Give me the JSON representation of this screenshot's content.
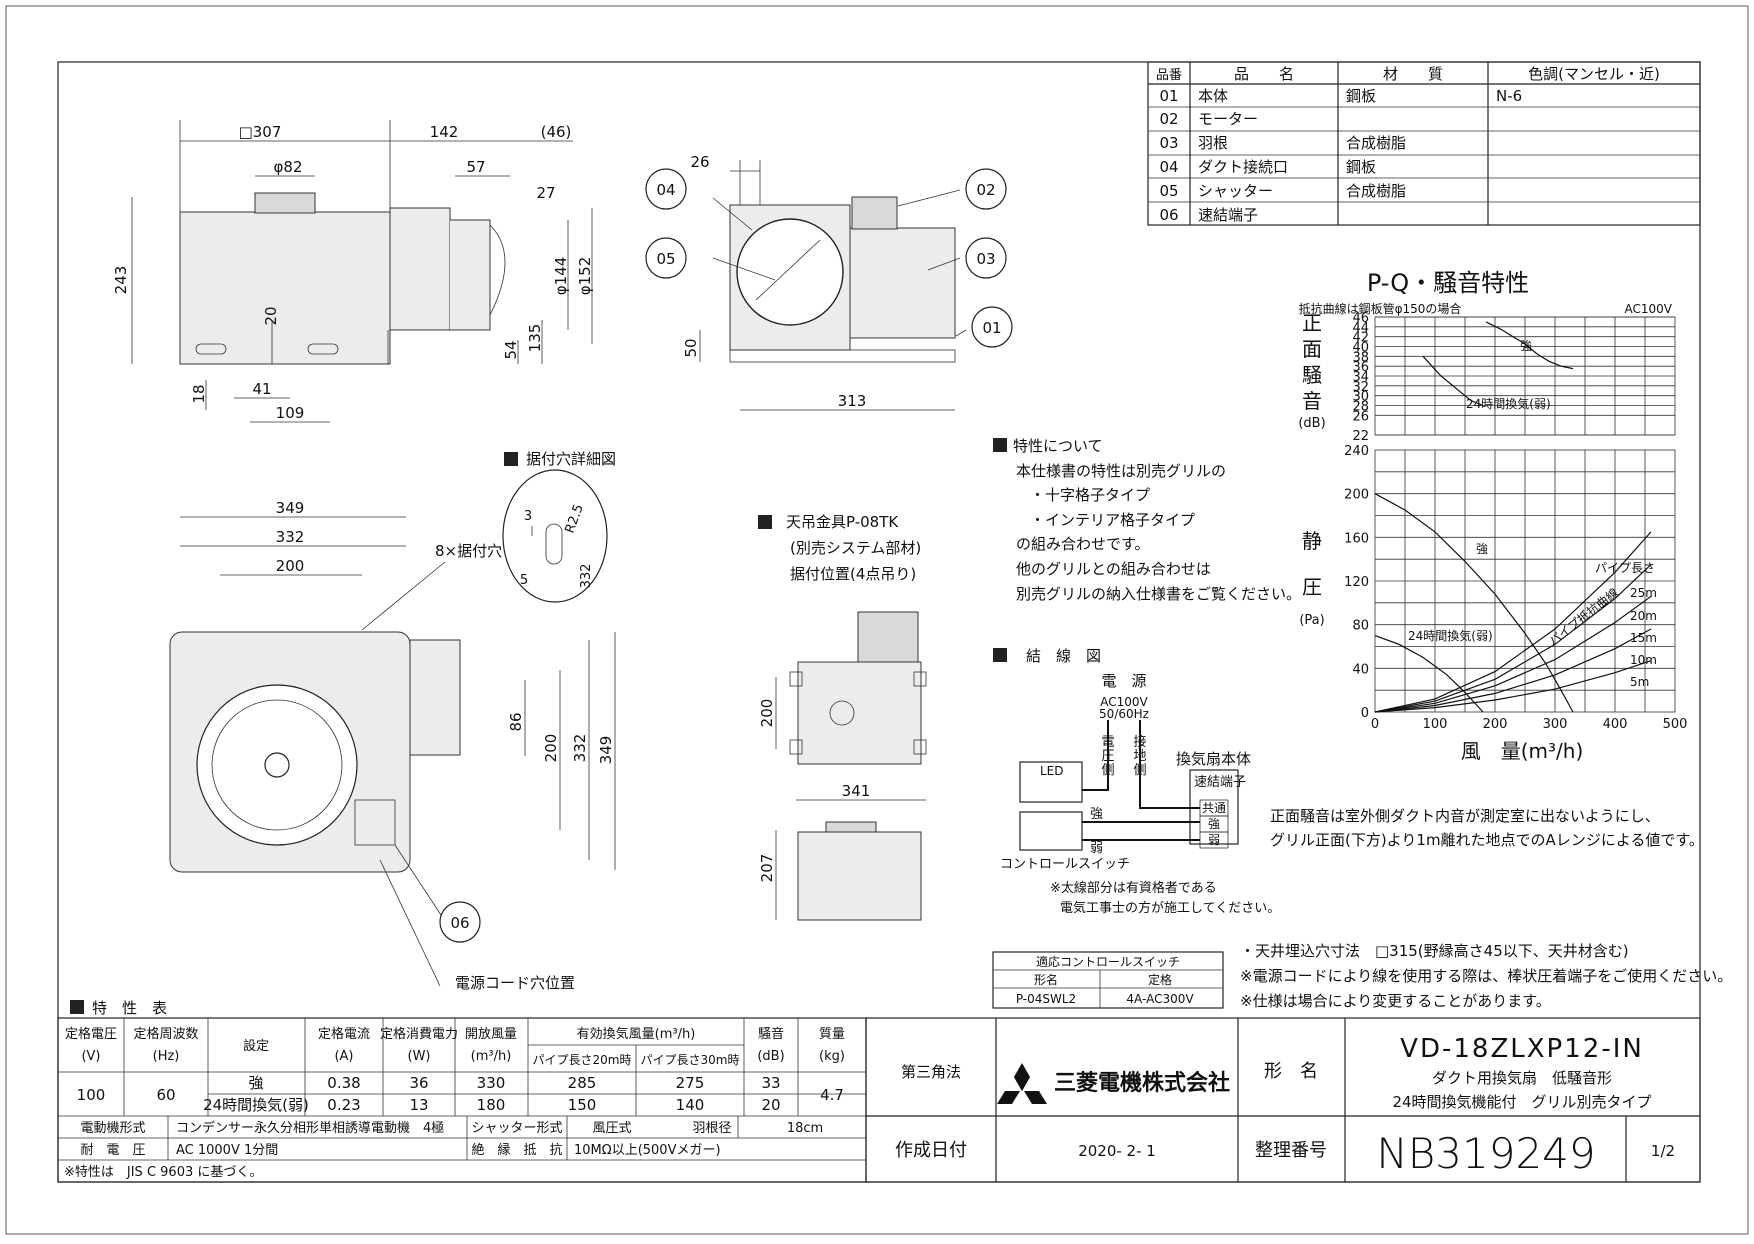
{
  "parts_table": {
    "headers": [
      "品番",
      "品　　名",
      "材　　質",
      "色調(マンセル・近)"
    ],
    "rows": [
      [
        "01",
        "本体",
        "鋼板",
        "N-6"
      ],
      [
        "02",
        "モーター",
        "",
        ""
      ],
      [
        "03",
        "羽根",
        "合成樹脂",
        ""
      ],
      [
        "04",
        "ダクト接続口",
        "鋼板",
        ""
      ],
      [
        "05",
        "シャッター",
        "合成樹脂",
        ""
      ],
      [
        "06",
        "速結端子",
        "",
        ""
      ]
    ]
  },
  "top_view": {
    "dims": [
      "□307",
      "142",
      "(46)",
      "φ82",
      "57",
      "27",
      "243",
      "φ144",
      "φ152",
      "20",
      "135",
      "54",
      "18",
      "41",
      "109"
    ]
  },
  "side_view": {
    "dims": [
      "26",
      "50",
      "313"
    ],
    "callouts": [
      "04",
      "05",
      "02",
      "03",
      "01"
    ]
  },
  "mount_detail": {
    "title": "据付穴詳細図",
    "dims": [
      "3",
      "R2.5",
      "5",
      "332"
    ]
  },
  "bottom_view": {
    "dims": [
      "349",
      "332",
      "200",
      "86",
      "200",
      "332",
      "349"
    ],
    "hole_label": "8×据付穴",
    "callout": "06",
    "cord_label": "電源コード穴位置"
  },
  "hanger": {
    "title": "天吊金具P-08TK",
    "sub1": "(別売システム部材)",
    "sub2": "据付位置(4点吊り)",
    "dims": [
      "200",
      "341",
      "207"
    ]
  },
  "characteristics_note": {
    "title": "特性について",
    "lines": [
      "本仕様書の特性は別売グリルの",
      "・十字格子タイプ",
      "・インテリア格子タイプ",
      "の組み合わせです。",
      "他のグリルとの組み合わせは",
      "別売グリルの納入仕様書をご覧ください。"
    ]
  },
  "wiring": {
    "title": "結　線　図",
    "power": "電　源",
    "ac": "AC100V",
    "hz": "50/60Hz",
    "power_side": [
      "電",
      "圧",
      "側"
    ],
    "ground_side": [
      "接",
      "地",
      "側"
    ],
    "unit_label": "換気扇本体",
    "terminal_label": "速結端子",
    "terminals": [
      "共通",
      "強",
      "弱"
    ],
    "strong": "強",
    "weak": "弱",
    "led": "LED",
    "switch_label": "コントロールスイッチ",
    "note1": "※太線部分は有資格者である",
    "note2": "電気工事士の方が施工してください。"
  },
  "switch_table": {
    "title": "適応コントロールスイッチ",
    "headers": [
      "形名",
      "定格"
    ],
    "row": [
      "P-04SWL2",
      "4A-AC300V"
    ]
  },
  "notes": [
    "・天井埋込穴寸法　□315(野縁高さ45以下、天井材含む)",
    "※電源コードにより線を使用する際は、棒状圧着端子をご使用ください。",
    "※仕様は場合により変更することがあります。"
  ],
  "chart_title": "P-Q・騒音特性",
  "noise_note": [
    "正面騒音は室外側ダクト内音が測定室に出ないようにし、",
    "グリル正面(下方)より1m離れた地点でのAレンジによる値です。"
  ],
  "chart_data": [
    {
      "type": "line",
      "title": "",
      "header_left": "抵抗曲線は鋼板管φ150の場合",
      "header_right": "AC100V",
      "ylabel": "正面騒音",
      "yunit": "(dB)",
      "ylim": [
        22,
        46
      ],
      "yticks": [
        22,
        26,
        28,
        30,
        32,
        34,
        36,
        38,
        40,
        42,
        44,
        46
      ],
      "xlim": [
        0,
        500
      ],
      "series": [
        {
          "name": "強",
          "x": [
            185,
            210,
            230,
            250,
            270,
            290,
            310,
            330
          ],
          "y": [
            45,
            43.5,
            42,
            40.5,
            38.5,
            37,
            36,
            35.5
          ]
        },
        {
          "name": "24時間換気(弱)",
          "x": [
            80,
            95,
            110,
            125,
            140,
            150,
            160,
            170,
            180
          ],
          "y": [
            38,
            36,
            34,
            32.5,
            31,
            30,
            29,
            28.5,
            28
          ]
        }
      ]
    },
    {
      "type": "line",
      "title": "",
      "ylabel": "静　圧",
      "yunit": "(Pa)",
      "xlabel": "風　量(m³/h)",
      "xlim": [
        0,
        500
      ],
      "ylim": [
        0,
        240
      ],
      "xticks": [
        0,
        100,
        200,
        300,
        400,
        500
      ],
      "yticks": [
        0,
        40,
        80,
        120,
        160,
        200,
        240
      ],
      "series": [
        {
          "name": "強",
          "x": [
            0,
            50,
            100,
            150,
            200,
            250,
            285,
            310,
            330
          ],
          "y": [
            200,
            185,
            165,
            138,
            108,
            72,
            44,
            20,
            0
          ]
        },
        {
          "name": "24時間換気(弱)",
          "x": [
            0,
            40,
            80,
            120,
            150,
            170,
            180
          ],
          "y": [
            70,
            62,
            50,
            34,
            18,
            6,
            0
          ]
        },
        {
          "name": "5m",
          "x": [
            0,
            100,
            200,
            300,
            400,
            460
          ],
          "y": [
            0,
            4,
            11,
            21,
            36,
            47
          ]
        },
        {
          "name": "10m",
          "x": [
            0,
            100,
            200,
            300,
            400,
            460
          ],
          "y": [
            0,
            6,
            17,
            34,
            58,
            76
          ]
        },
        {
          "name": "15m",
          "x": [
            0,
            100,
            200,
            300,
            400,
            460
          ],
          "y": [
            0,
            8,
            24,
            48,
            82,
            106
          ]
        },
        {
          "name": "20m",
          "x": [
            0,
            100,
            200,
            300,
            400,
            460
          ],
          "y": [
            0,
            10,
            30,
            62,
            104,
            135
          ]
        },
        {
          "name": "25m",
          "x": [
            0,
            100,
            200,
            300,
            400,
            460
          ],
          "y": [
            0,
            12,
            37,
            76,
            128,
            165
          ]
        }
      ],
      "annotations": [
        "パイプ長さ",
        "パイプ抵抗曲線"
      ]
    }
  ],
  "spec_table": {
    "title": "特　性　表",
    "headers": [
      "定格電圧\n(V)",
      "定格周波数\n(Hz)",
      "設定",
      "定格電流\n(A)",
      "定格消費電力\n(W)",
      "開放風量\n(m³/h)",
      "有効換気風量(m³/h)",
      "騒音\n(dB)",
      "質量\n(kg)"
    ],
    "sub_headers": [
      "パイプ長さ20m時",
      "パイプ長さ30m時"
    ],
    "voltage": "100",
    "frequency": "60",
    "rows": [
      [
        "強",
        "0.38",
        "36",
        "330",
        "285",
        "275",
        "33"
      ],
      [
        "24時間換気(弱)",
        "0.23",
        "13",
        "180",
        "150",
        "140",
        "20"
      ]
    ],
    "mass": "4.7",
    "motor_label": "電動機形式",
    "motor_value": "コンデンサー永久分相形単相誘導電動機　4極",
    "shutter_label": "シャッター形式",
    "shutter_value": "風圧式",
    "blade_label": "羽根径",
    "blade_value": "18cm",
    "withstand_label": "耐　電　圧",
    "withstand_value": "AC 1000V 1分間",
    "insulation_label": "絶　縁　抵　抗",
    "insulation_value": "10MΩ以上(500Vメガー)",
    "footnote": "※特性は　JIS C 9603 に基づく。"
  },
  "title_block": {
    "projection": "第三角法",
    "company": "三菱電機株式会社",
    "model_label": "形　名",
    "model": "VD-18ZLXP12-IN",
    "desc1": "ダクト用換気扇　低騒音形",
    "desc2": "24時間換気機能付　グリル別売タイプ",
    "date_label": "作成日付",
    "date": "2020- 2- 1",
    "number_label": "整理番号",
    "number": "NB319249",
    "page": "1/2"
  }
}
